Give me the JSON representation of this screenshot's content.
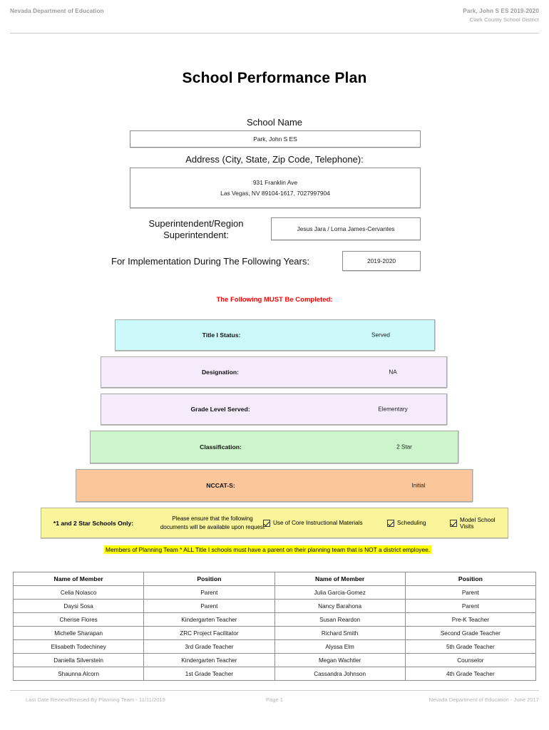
{
  "header": {
    "left": "Nevada Department of Education",
    "right_line1": "Park, John S ES  2019-2020",
    "right_line2": "Clark County School District"
  },
  "title": "School Performance Plan",
  "form": {
    "school_name_label": "School Name",
    "school_name_value": "Park, John S ES",
    "address_label": "Address (City, State, Zip Code, Telephone):",
    "address_line1": "931 Franklin Ave",
    "address_line2": "Las Vegas, NV  89104-1617, 7027997904",
    "superintendent_label_line1": "Superintendent/Region",
    "superintendent_label_line2": "Superintendent:",
    "superintendent_value": "Jesus Jara / Lorna James-Cervantes",
    "years_label": "For Implementation During The Following Years:",
    "years_value": "2019-2020"
  },
  "must_complete_notice": "The Following MUST Be Completed:",
  "status_bars": [
    {
      "label": "Title I Status:",
      "value": "Served",
      "color": "#CCFAFA"
    },
    {
      "label": "Designation:",
      "value": "NA",
      "color": "#F5EBFA"
    },
    {
      "label": "Grade Level Served:",
      "value": "Elementary",
      "color": "#F5EBFA"
    },
    {
      "label": "Classification:",
      "value": "2 Star",
      "color": "#CCF5CC"
    },
    {
      "label": "NCCAT-S:",
      "value": "Initial",
      "color": "#FBC79A"
    }
  ],
  "docs_strip": {
    "star_label": "*1 and 2 Star Schools Only:",
    "ensure_line1": "Please ensure that the following",
    "ensure_line2": "documents will be available upon request",
    "checkboxes": [
      {
        "label": "Use of Core Instructional Materials",
        "checked": true
      },
      {
        "label": "Scheduling",
        "checked": true
      },
      {
        "label": "Model School Visits",
        "checked": true
      }
    ],
    "background": "#FAF59B"
  },
  "planning_banner": {
    "text": "Members of Planning Team * ALL Title I schools must have a parent on their planning team that is NOT a district employee.",
    "highlight": "#FFFF00"
  },
  "members_table": {
    "headers": [
      "Name of Member",
      "Position",
      "Name of Member",
      "Position"
    ],
    "rows": [
      [
        "Celia Nolasco",
        "Parent",
        "Julia Garcia-Gomez",
        "Parent"
      ],
      [
        "Daysi Sosa",
        "Parent",
        "Nancy Barahona",
        "Parent"
      ],
      [
        "Cherise Flores",
        "Kindergarten Teacher",
        "Susan Reardon",
        "Pre-K Teacher"
      ],
      [
        "Michelle Sharapan",
        "ZRC Project Facilitator",
        "Richard Smith",
        "Second Grade Teacher"
      ],
      [
        "Elisabeth Todechiney",
        "3rd Grade Teacher",
        "Alyssa Elm",
        "5th Grade Teacher"
      ],
      [
        "Daniella Silverstein",
        "Kindergarten Teacher",
        "Megan Wachtler",
        "Counselor"
      ],
      [
        "Shaunna Alcorn",
        "1st Grade Teacher",
        "Cassandra Johnson",
        "4th Grade Teacher"
      ]
    ]
  },
  "footer": {
    "left": "Last Date Review/Revised By Planning Team - 11/11/2019",
    "center": "Page 1",
    "right": "Nevada Department of Education - June 2017"
  }
}
